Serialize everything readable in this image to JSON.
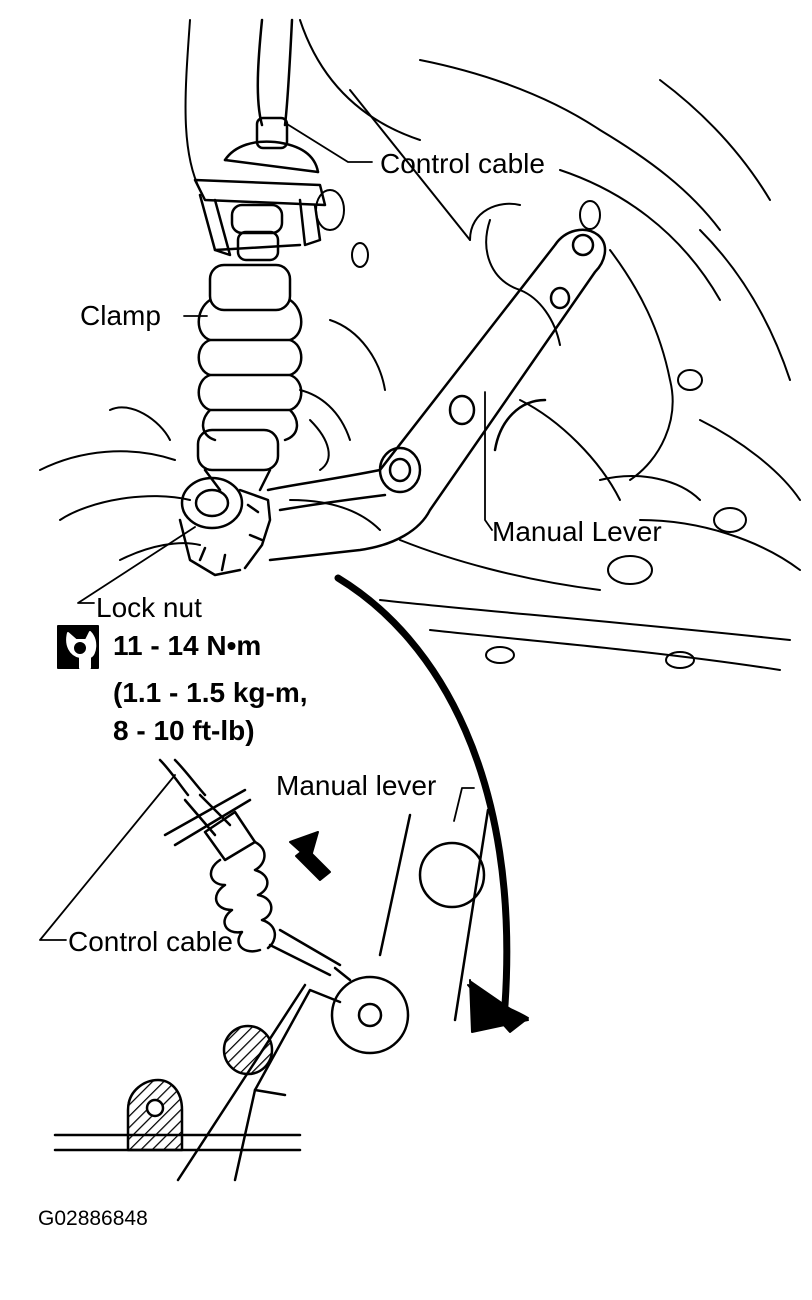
{
  "labels": {
    "control_cable_top": "Control cable",
    "clamp": "Clamp",
    "manual_lever_upper": "Manual Lever",
    "lock_nut": "Lock nut",
    "manual_lever_lower": "Manual lever",
    "control_cable_bottom": "Control cable"
  },
  "torque": {
    "line1": "11 - 14 N•m",
    "line2": "(1.1 - 1.5 kg-m,",
    "line3": "8 - 10 ft-lb)",
    "icon": "torque-wrench-icon"
  },
  "figure_id": "G02886848",
  "colors": {
    "ink": "#000000",
    "paper": "#ffffff"
  }
}
